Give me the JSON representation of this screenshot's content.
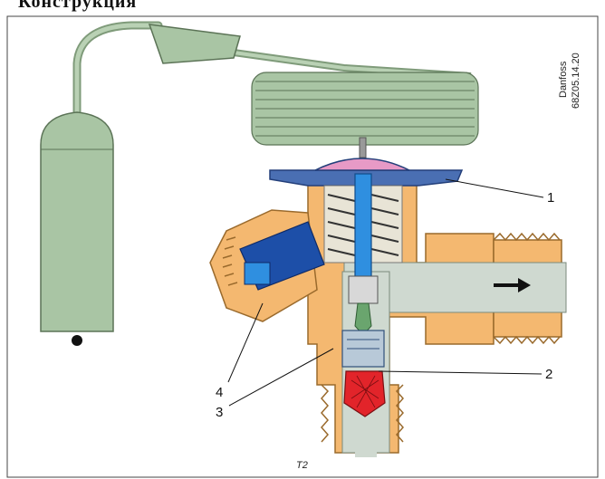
{
  "heading": "Конструкция",
  "brand": {
    "name": "Danfoss",
    "code": "68Z05.14.20"
  },
  "figure_label": "T2",
  "callouts": [
    {
      "number": "1"
    },
    {
      "number": "2"
    },
    {
      "number": "3"
    },
    {
      "number": "4"
    }
  ],
  "colors": {
    "body": "#f4b870",
    "body_stroke": "#9a6a2c",
    "bulb": "#a9c5a4",
    "capillary": "#a9c5a4",
    "diaphragm": "#4a6fb3",
    "diaphragm_cap": "#e79ac6",
    "stem": "#2f8fe0",
    "adjuster": "#1d4fa8",
    "valve_seat": "#e2242a",
    "channel": "#cfd9d0",
    "spring": "#333333",
    "arrow": "#111111"
  }
}
